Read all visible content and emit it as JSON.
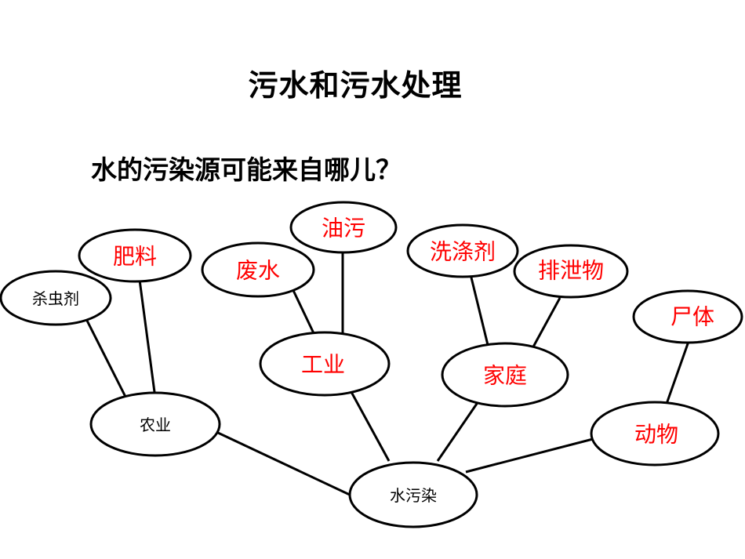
{
  "slide": {
    "title": "污水和污水处理",
    "question": "水的污染源可能来自哪儿？"
  },
  "colors": {
    "highlight": "#ff0000",
    "normal": "#000000"
  },
  "diagram": {
    "nodes": [
      {
        "id": "root",
        "label": "水污染",
        "highlight": false
      },
      {
        "id": "agriculture",
        "label": "农业",
        "highlight": false
      },
      {
        "id": "pesticide",
        "label": "杀虫剂",
        "highlight": false
      },
      {
        "id": "fertilizer",
        "label": "肥料",
        "highlight": true
      },
      {
        "id": "industry",
        "label": "工业",
        "highlight": true
      },
      {
        "id": "wastewater",
        "label": "废水",
        "highlight": true
      },
      {
        "id": "oil",
        "label": "油污",
        "highlight": true
      },
      {
        "id": "household",
        "label": "家庭",
        "highlight": true
      },
      {
        "id": "detergent",
        "label": "洗涤剂",
        "highlight": true
      },
      {
        "id": "excrement",
        "label": "排泄物",
        "highlight": true
      },
      {
        "id": "animal",
        "label": "动物",
        "highlight": true
      },
      {
        "id": "carcass",
        "label": "尸体",
        "highlight": true
      }
    ],
    "edges": [
      [
        "root",
        "agriculture"
      ],
      [
        "root",
        "industry"
      ],
      [
        "root",
        "household"
      ],
      [
        "root",
        "animal"
      ],
      [
        "agriculture",
        "pesticide"
      ],
      [
        "agriculture",
        "fertilizer"
      ],
      [
        "industry",
        "wastewater"
      ],
      [
        "industry",
        "oil"
      ],
      [
        "household",
        "detergent"
      ],
      [
        "household",
        "excrement"
      ],
      [
        "animal",
        "carcass"
      ]
    ]
  }
}
